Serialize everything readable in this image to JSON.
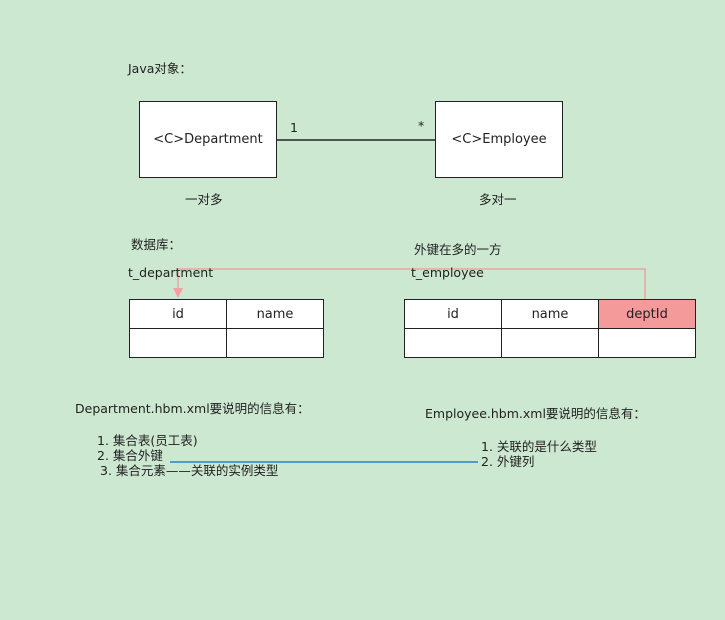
{
  "java_objects": {
    "heading": "Java对象：",
    "department_class": "<C>Department",
    "employee_class": "<C>Employee",
    "mult_left": "1",
    "mult_right": "*",
    "left_label": "一对多",
    "right_label": "多对一"
  },
  "database": {
    "heading": "数据库：",
    "fk_note": "外键在多的一方",
    "dept_table": {
      "name": "t_department",
      "columns": [
        "id",
        "name"
      ]
    },
    "emp_table": {
      "name": "t_employee",
      "columns": [
        "id",
        "name",
        "deptId"
      ]
    }
  },
  "mappings": {
    "department": {
      "title": "Department.hbm.xml要说明的信息有：",
      "items": [
        "1. 集合表(员工表)",
        "2. 集合外键",
        "3. 集合元素——关联的实例类型"
      ]
    },
    "employee": {
      "title": "Employee.hbm.xml要说明的信息有：",
      "items": [
        "1. 关联的是什么类型",
        "2. 外键列"
      ]
    }
  },
  "colors": {
    "background": "#cde8d1",
    "fk_highlight": "#f59a9a",
    "fk_arrow": "#f4a0a0",
    "link_line": "#2f7fd0"
  }
}
